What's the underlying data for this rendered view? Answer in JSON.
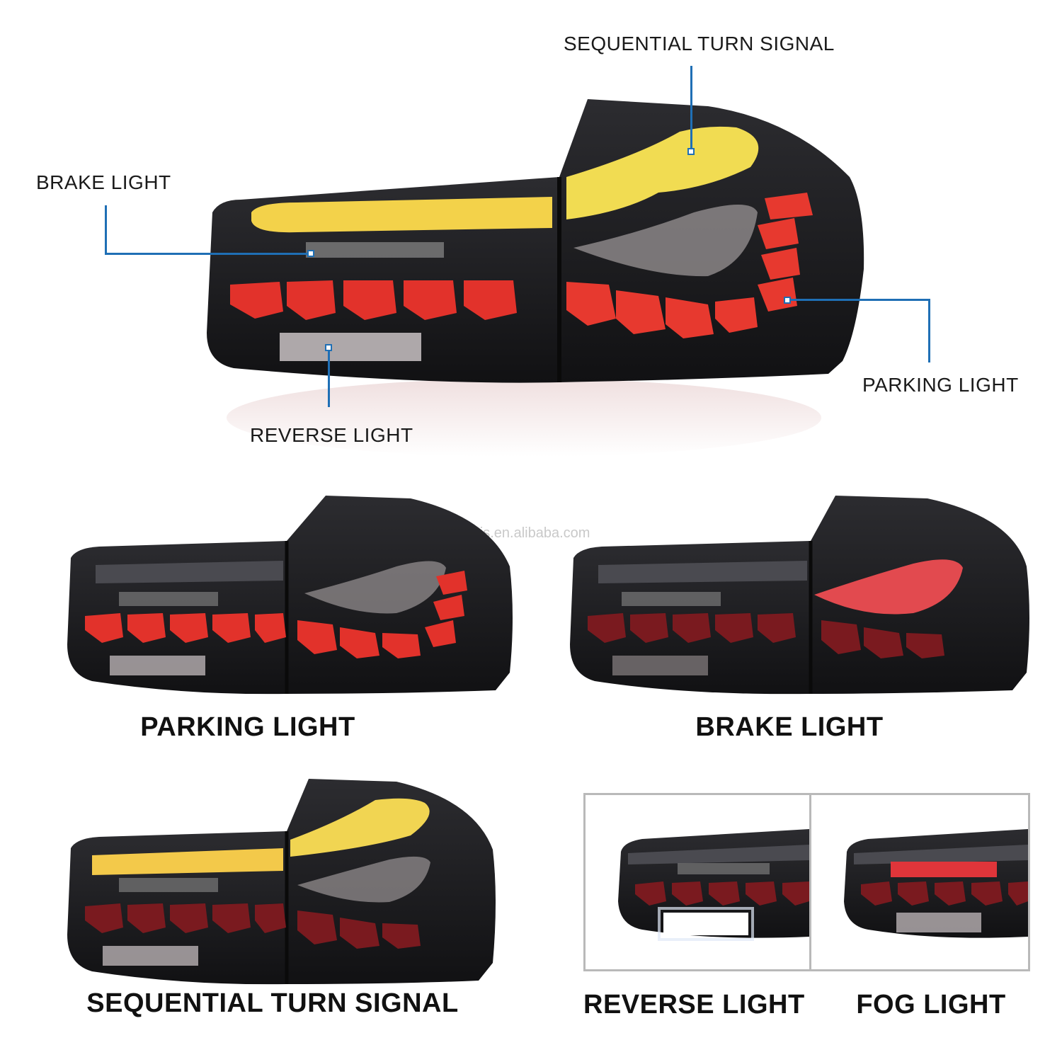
{
  "main": {
    "callouts": {
      "sequential_turn_signal": "SEQUENTIAL TURN SIGNAL",
      "brake_light": "BRAKE LIGHT",
      "parking_light": "PARKING LIGHT",
      "reverse_light": "REVERSE LIGHT"
    }
  },
  "watermark": "caris.en.alibaba.com",
  "captions": {
    "parking": "PARKING LIGHT",
    "brake": "BRAKE LIGHT",
    "sequential": "SEQUENTIAL TURN SIGNAL",
    "reverse": "REVERSE LIGHT",
    "fog": "FOG LIGHT"
  },
  "colors": {
    "accent": "#1f6fb5",
    "amber": "#f3d24a",
    "red": "#e2322b",
    "housing": "#1b1b1d"
  }
}
